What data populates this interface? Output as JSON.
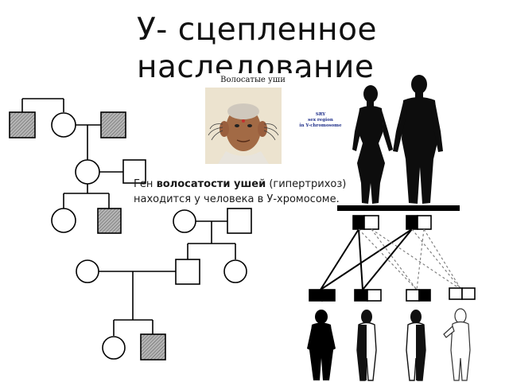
{
  "slide": {
    "title": "У- сцепленное наследование",
    "photo_caption": "Волосатые уши",
    "sry_note": {
      "line1": "SRY",
      "line2": "sex region",
      "line3": "in Y-chromosome"
    },
    "caption": {
      "prefix": "Ген ",
      "bold": "волосатости ушей",
      "suffix": " (гипертрихоз) находится у человека в У-хромосоме."
    }
  },
  "colors": {
    "text": "#111111",
    "affected_fill": "#9a9a9a",
    "line": "#000000",
    "sry_note": "#1f2f8a"
  }
}
